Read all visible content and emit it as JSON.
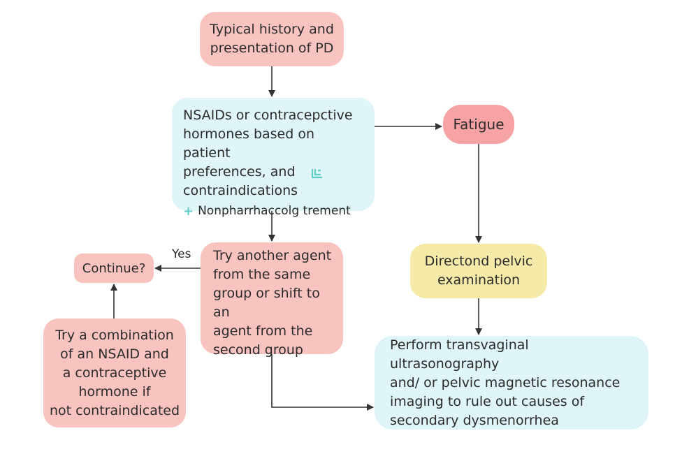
{
  "nodes": {
    "history": "Typical history and\npresentation of PD",
    "nsaids": "NSAIDs or contracepctive\nhormones based on patient\npreferences, and\ncontraindications",
    "nonpharm": "Nonpharrhaccolg trement",
    "fatigue": "Fatigue",
    "pelvic": "Directond pelvic\nexamination",
    "continue": "Continue?",
    "another": "Try another agent\nfrom the same\ngroup or shift to an\nagent from the\nsecond group",
    "combo": "Try a combination\nof an NSAID and\na contraceptive\nhormone if\nnot contraindicated",
    "imaging": "Perform transvaginal ultrasonography\nand/ or pelvic magnetic resonance\nimaging to rule out causes of\nsecondary dysmenorrhea"
  },
  "edge_labels": {
    "yes": "Yes"
  },
  "colors": {
    "pink": "#f9c4c0",
    "pink_strong": "#f7a3a3",
    "cyan": "#dff5f8",
    "yellow": "#f6eaa8",
    "edge": "#333333",
    "icon": "#5fcfc6"
  },
  "icons": {
    "plus": "plus-icon",
    "teal": "clipboard-icon"
  }
}
